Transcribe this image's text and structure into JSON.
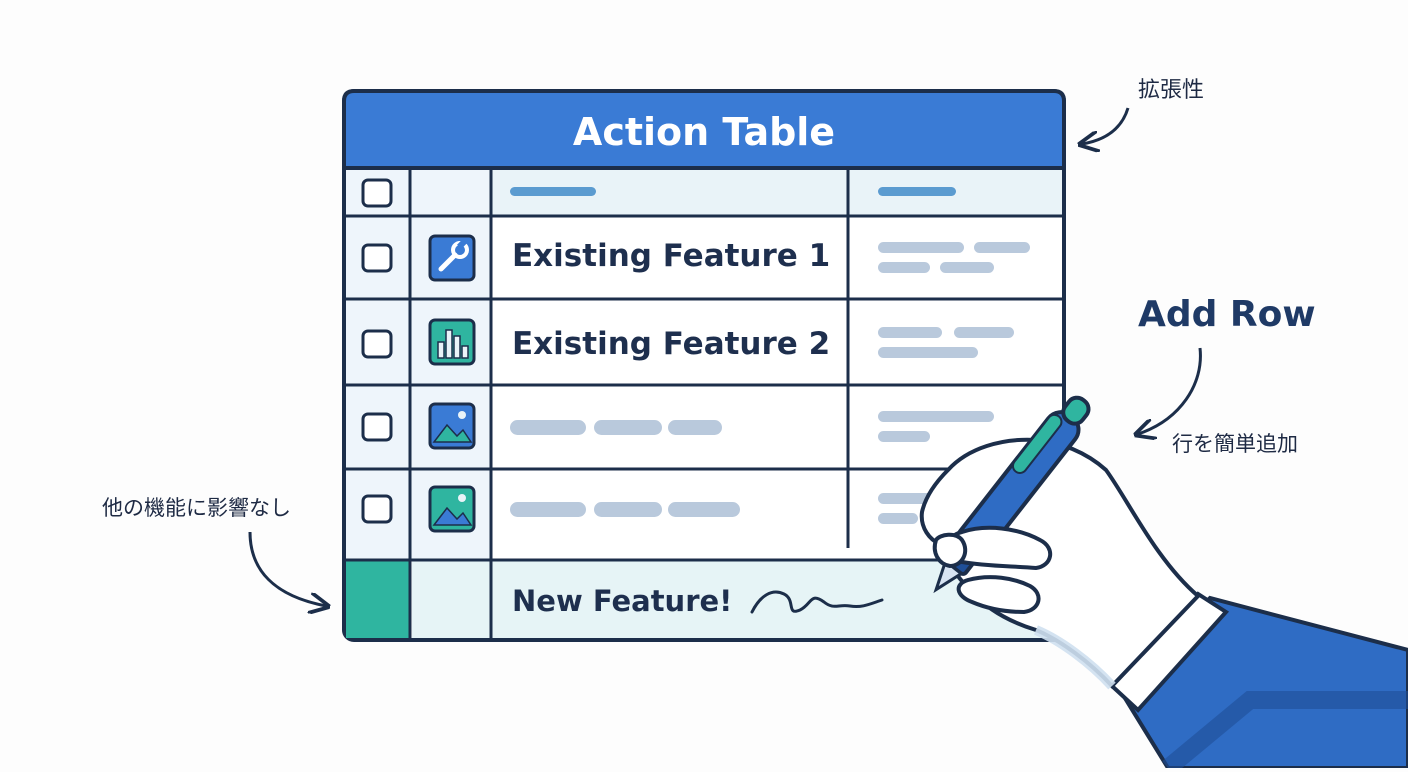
{
  "table": {
    "title": "Action Table",
    "rows": [
      {
        "label": "Existing Feature 1",
        "icon": "wrench-icon"
      },
      {
        "label": "Existing Feature 2",
        "icon": "bar-chart-icon"
      },
      {
        "label": "",
        "icon": "image-icon"
      },
      {
        "label": "",
        "icon": "image-icon"
      }
    ],
    "new_row": {
      "label": "New Feature!"
    }
  },
  "annotations": {
    "scalability": "拡張性",
    "add_row": "Add Row",
    "easy_add": "行を簡単追加",
    "no_impact": "他の機能に影響なし"
  },
  "colors": {
    "header": "#3a7bd5",
    "outline": "#1c2e4a",
    "accent": "#2fb5a0",
    "row_tint": "#e9f3f8",
    "placeholder": "#b9c9dc",
    "sleeve": "#2f6cc4"
  }
}
